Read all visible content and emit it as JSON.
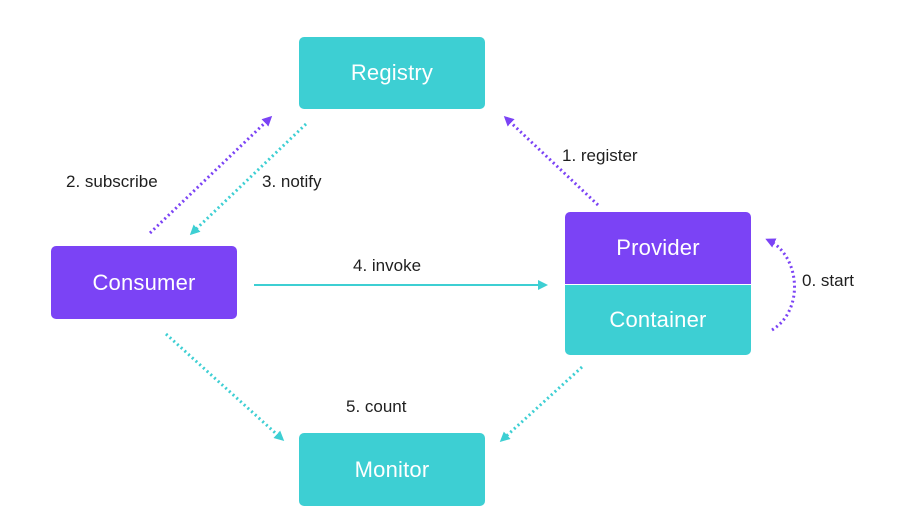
{
  "nodes": {
    "registry": "Registry",
    "consumer": "Consumer",
    "provider": "Provider",
    "container": "Container",
    "monitor": "Monitor"
  },
  "edges": {
    "start": "0. start",
    "register": "1. register",
    "subscribe": "2. subscribe",
    "notify": "3. notify",
    "invoke": "4. invoke",
    "count": "5. count"
  },
  "colors": {
    "teal": "#3dcfd3",
    "purple": "#7b43f5",
    "label": "#1f1f1f"
  }
}
